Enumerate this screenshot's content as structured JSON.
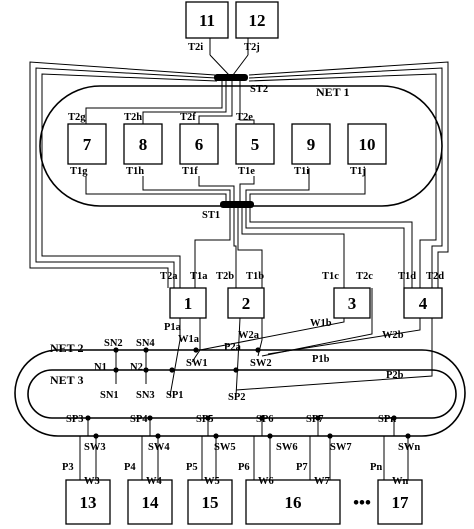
{
  "boxes": {
    "b11": "11",
    "b12": "12",
    "b7": "7",
    "b8": "8",
    "b6": "6",
    "b5": "5",
    "b9": "9",
    "b10": "10",
    "b1": "1",
    "b2": "2",
    "b3": "3",
    "b4": "4",
    "b13": "13",
    "b14": "14",
    "b15": "15",
    "b16": "16",
    "b17": "17"
  },
  "nets": {
    "net1": "NET 1",
    "net2": "NET 2",
    "net3": "NET 3"
  },
  "hubs": {
    "st1": "ST1",
    "st2": "ST2"
  },
  "ports": {
    "t2i": "T2i",
    "t2j": "T2j",
    "t2g": "T2g",
    "t2h": "T2h",
    "t2f": "T2f",
    "t2e": "T2e",
    "t1g": "T1g",
    "t1h": "T1h",
    "t1f": "T1f",
    "t1e": "T1e",
    "t1i": "T1i",
    "t1j": "T1j",
    "t2a": "T2a",
    "t1a": "T1a",
    "t2b": "T2b",
    "t1b": "T1b",
    "t1c": "T1c",
    "t2c": "T2c",
    "t1d": "T1d",
    "t2d": "T2d"
  },
  "links": {
    "p1a": "P1a",
    "w1a": "W1a",
    "w2a": "W2a",
    "p2a": "P2a",
    "w1b": "W1b",
    "w2b": "W2b",
    "p1b": "P1b",
    "p2b": "P2b"
  },
  "switches": {
    "sn2": "SN2",
    "sn4": "SN4",
    "sn1": "SN1",
    "sn3": "SN3",
    "n1": "N1",
    "n2": "N2",
    "sw1": "SW1",
    "sw2": "SW2",
    "sp1": "SP1",
    "sp2": "SP2",
    "sp3": "SP3",
    "sp4": "SP4",
    "sp5": "SP5",
    "sp6": "SP6",
    "sp7": "SP7",
    "spn": "SPn",
    "sw3": "SW3",
    "sw4": "SW4",
    "sw5": "SW5",
    "sw6": "SW6",
    "sw7": "SW7",
    "swn": "SWn",
    "p3": "P3",
    "w3": "W3",
    "p4": "P4",
    "w4": "W4",
    "p5": "P5",
    "w5": "W5",
    "p6": "P6",
    "w6": "W6",
    "p7": "P7",
    "w7": "W7",
    "pn": "Pn",
    "wn": "Wn"
  },
  "ellipsis": "•••"
}
